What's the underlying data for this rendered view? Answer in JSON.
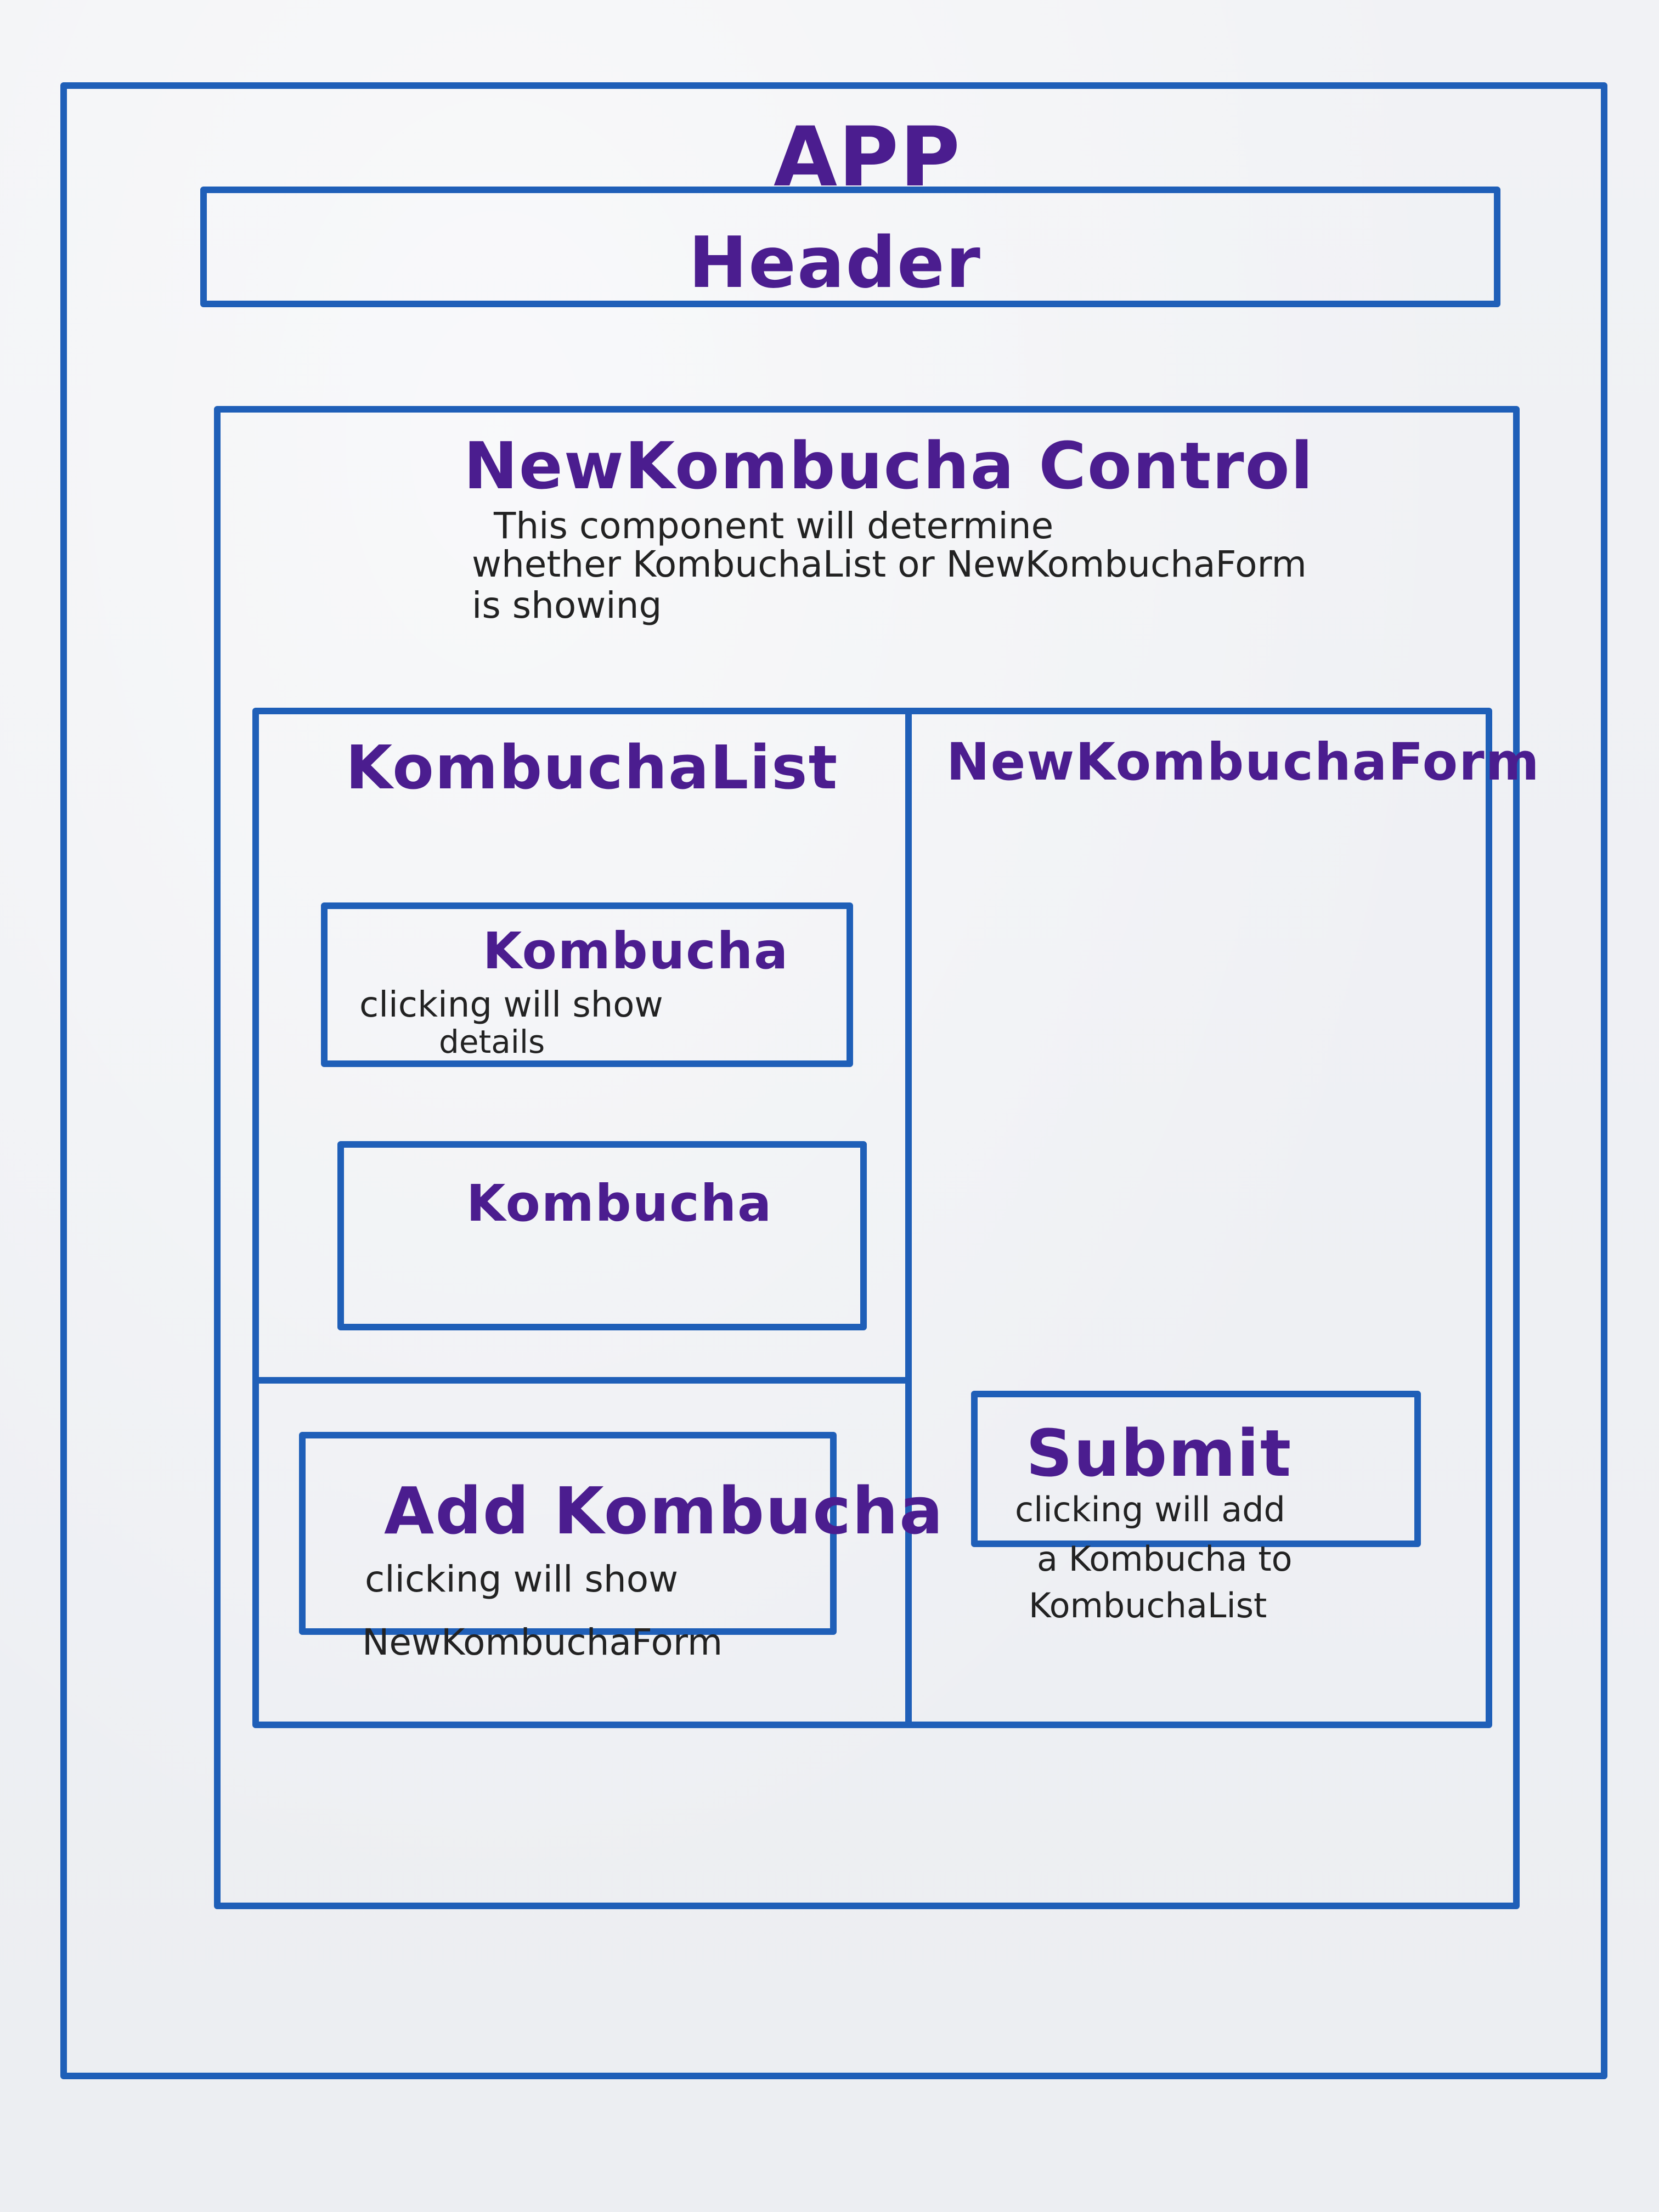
{
  "app": {
    "title": "APP"
  },
  "header": {
    "title": "Header"
  },
  "control": {
    "title": "NewKombucha Control",
    "note_line1": "This component will determine",
    "note_line2": "whether KombuchaList or NewKombuchaForm",
    "note_line3": "is showing"
  },
  "list": {
    "title": "KombuchaList",
    "items": [
      {
        "title": "Kombucha",
        "note_line1": "clicking will show",
        "note_line2": "details"
      },
      {
        "title": "Kombucha"
      }
    ],
    "add_button": {
      "title": "Add Kombucha",
      "note_line1": "clicking will show",
      "note_line2": "NewKombuchaForm"
    }
  },
  "form": {
    "title": "NewKombuchaForm",
    "submit_button": {
      "title": "Submit",
      "note_line1": "clicking will add",
      "note_line2": "a Kombucha to",
      "note_line3": "KombuchaList"
    }
  },
  "colors": {
    "ink_blue": "#1f5fb8",
    "ink_purple": "#4b1d8f",
    "pencil": "#222222"
  }
}
